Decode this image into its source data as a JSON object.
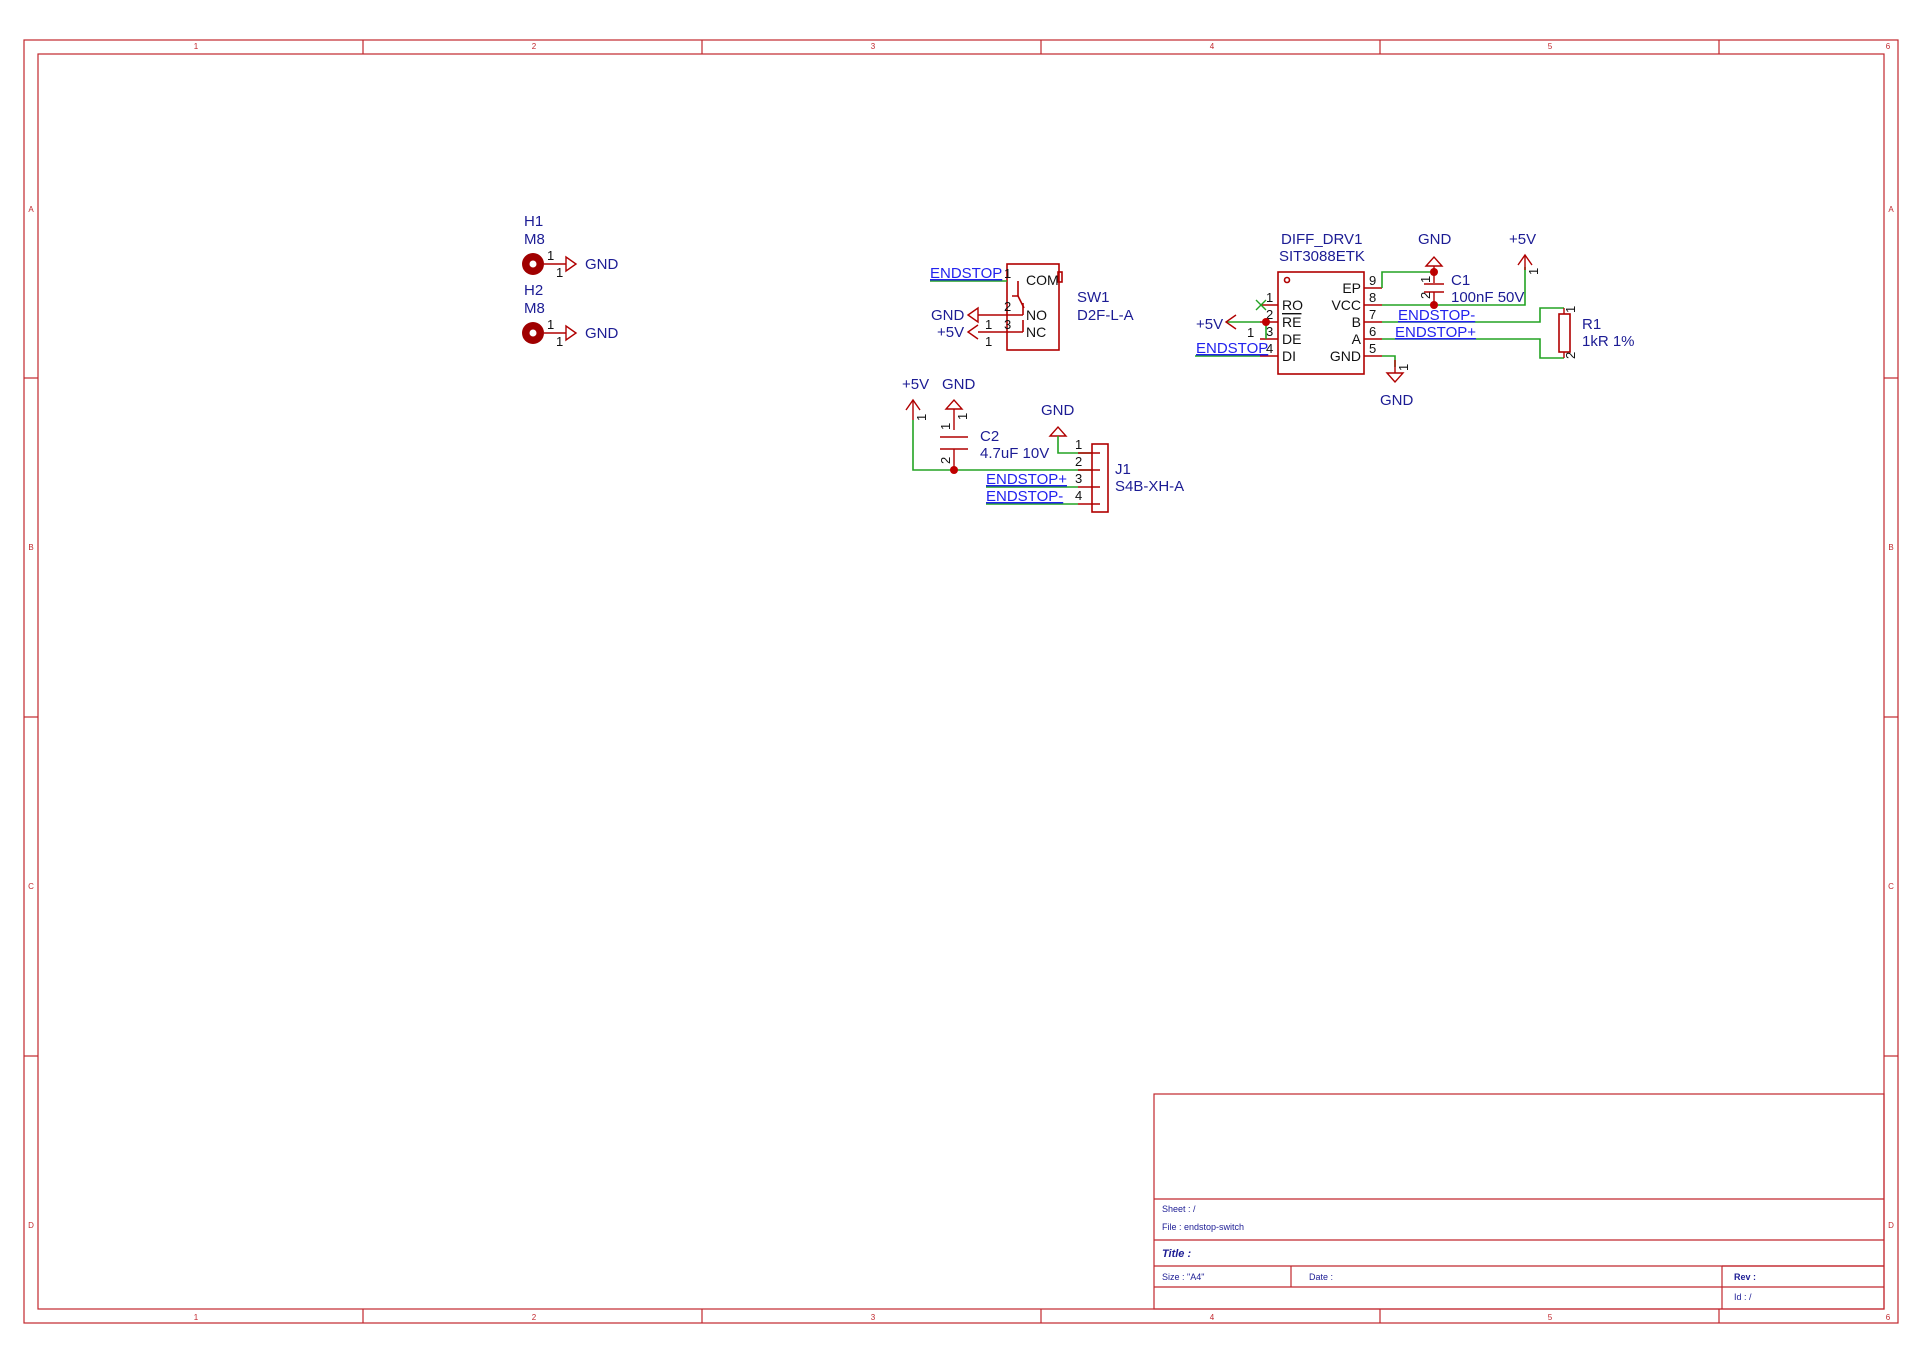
{
  "frame": {
    "columns": [
      "1",
      "2",
      "3",
      "4",
      "5",
      "6"
    ],
    "rows": [
      "A",
      "B",
      "C",
      "D"
    ]
  },
  "colors": {
    "frame": "#c1272d",
    "component": "#b00000",
    "wire": "#23a323",
    "label": "#1c1c94",
    "net_label": "#2222ee"
  },
  "components": {
    "h1": {
      "ref": "H1",
      "value": "M8",
      "pin": "1",
      "net": "GND"
    },
    "h2": {
      "ref": "H2",
      "value": "M8",
      "pin": "1",
      "net": "GND"
    },
    "sw1": {
      "ref": "SW1",
      "value": "D2F-L-A",
      "pins": [
        {
          "num": "1",
          "name": "COM",
          "net": "ENDSTOP"
        },
        {
          "num": "2",
          "name": "NO",
          "net": "GND"
        },
        {
          "num": "3",
          "name": "NC",
          "net": "+5V"
        }
      ],
      "power_pin": "1"
    },
    "c2": {
      "ref": "C2",
      "value": "4.7uF 10V",
      "pin1": "1",
      "pin2": "2",
      "top_nets": [
        "+5V",
        "GND"
      ],
      "power_pin": "1"
    },
    "j1": {
      "ref": "J1",
      "value": "S4B-XH-A",
      "gnd": "GND",
      "pins": [
        {
          "num": "1",
          "net": ""
        },
        {
          "num": "2",
          "net": ""
        },
        {
          "num": "3",
          "net": "ENDSTOP+"
        },
        {
          "num": "4",
          "net": "ENDSTOP-"
        }
      ]
    },
    "u1": {
      "ref": "DIFF_DRV1",
      "value": "SIT3088ETK",
      "left_pins": [
        {
          "num": "1",
          "name": "RO"
        },
        {
          "num": "2",
          "name": "RE"
        },
        {
          "num": "3",
          "name": "DE"
        },
        {
          "num": "4",
          "name": "DI"
        }
      ],
      "right_pins": [
        {
          "num": "9",
          "name": "EP"
        },
        {
          "num": "8",
          "name": "VCC"
        },
        {
          "num": "7",
          "name": "B"
        },
        {
          "num": "6",
          "name": "A"
        },
        {
          "num": "5",
          "name": "GND"
        }
      ],
      "nets": {
        "left_power": "+5V",
        "left_power_pin": "1",
        "di": "ENDSTOP",
        "top_gnd": "GND",
        "top_vcc": "+5V",
        "bottom_gnd": "GND",
        "b": "ENDSTOP-",
        "a": "ENDSTOP+"
      }
    },
    "c1": {
      "ref": "C1",
      "value": "100nF 50V",
      "pin1": "1",
      "pin2": "2"
    },
    "r1": {
      "ref": "R1",
      "value": "1kR 1%",
      "pin1": "1",
      "pin2": "2"
    }
  },
  "title_block": {
    "sheet": "Sheet : /",
    "file": "File : endstop-switch",
    "title": "Title :",
    "size": "Size : \"A4\"",
    "date": "Date :",
    "rev": "Rev :",
    "id": "Id : /"
  }
}
